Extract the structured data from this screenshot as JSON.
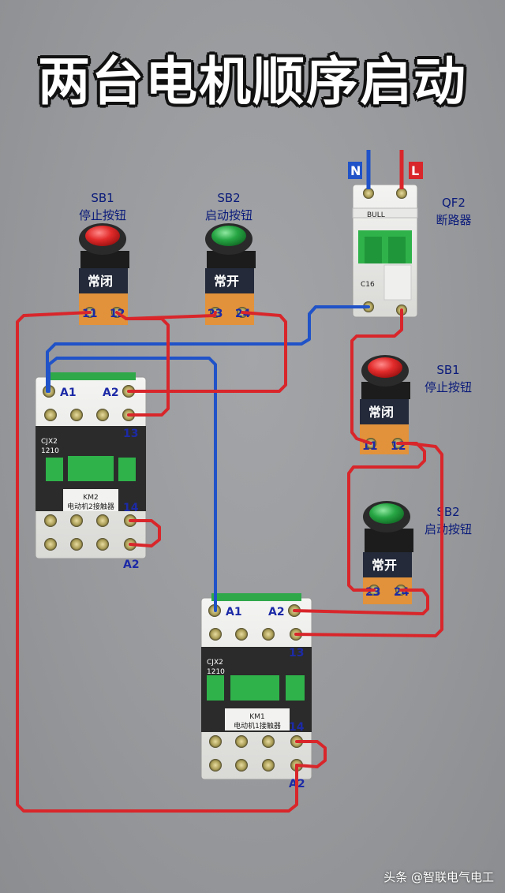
{
  "title": "两台电机顺序启动",
  "power": {
    "neutral": "N",
    "line": "L",
    "breaker_id": "QF2",
    "breaker_name": "断路器",
    "brand": "BULL",
    "rating": "C16"
  },
  "buttons": {
    "sb1_top": {
      "id": "SB1",
      "name": "停止按钮",
      "type": "常闭",
      "t1": "11",
      "t2": "12"
    },
    "sb2_top": {
      "id": "SB2",
      "name": "启动按钮",
      "type": "常开",
      "t1": "23",
      "t2": "24"
    },
    "sb1_right": {
      "id": "SB1",
      "name": "停止按钮",
      "type": "常闭",
      "t1": "11",
      "t2": "12"
    },
    "sb2_right": {
      "id": "SB2",
      "name": "启动按钮",
      "type": "常开",
      "t1": "23",
      "t2": "24"
    }
  },
  "contactors": {
    "km2": {
      "model": "CJX2",
      "model_num": "1210",
      "id": "KM2",
      "name": "电动机2接触器",
      "a1": "A1",
      "a2": "A2",
      "t13": "13",
      "t14": "14",
      "a2b": "A2"
    },
    "km1": {
      "model": "CJX2",
      "model_num": "1210",
      "id": "KM1",
      "name": "电动机1接触器",
      "a1": "A1",
      "a2": "A2",
      "t13": "13",
      "t14": "14",
      "a2b": "A2"
    }
  },
  "footer": "头条 @智联电气电工",
  "colors": {
    "red_wire": "#d8262b",
    "blue_wire": "#2052c8",
    "label": "#0b1b7a",
    "green_btn": "#27a644",
    "red_btn": "#e22b2b"
  }
}
